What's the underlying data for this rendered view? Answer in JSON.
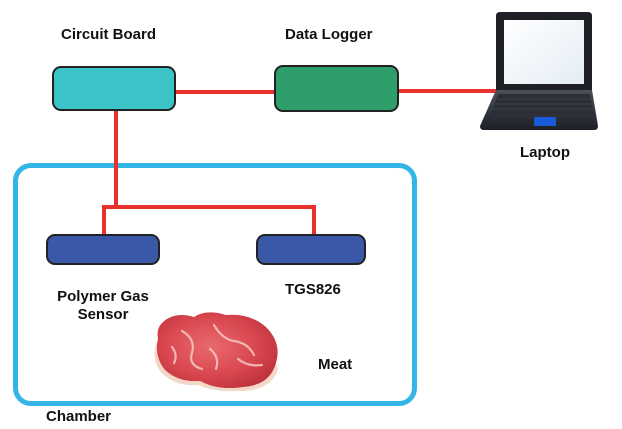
{
  "labels": {
    "circuit_board": "Circuit Board",
    "data_logger": "Data Logger",
    "laptop": "Laptop",
    "polymer_sensor_line1": "Polymer Gas",
    "polymer_sensor_line2": "Sensor",
    "tgs826": "TGS826",
    "meat": "Meat",
    "chamber": "Chamber"
  },
  "colors": {
    "wire": "#e8302c",
    "chamber_border": "#33b5e5",
    "circuit_board": "#3cc3c7",
    "data_logger": "#2e9e6a",
    "sensor": "#3a57a8"
  },
  "icons": {
    "laptop": "laptop-icon",
    "meat": "meat-steak-icon"
  }
}
